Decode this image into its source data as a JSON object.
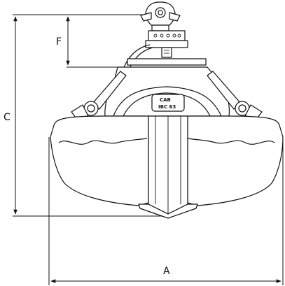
{
  "dimensions": {
    "a": "A",
    "c": "C",
    "f": "F"
  },
  "nameplate": {
    "brand": "CAB",
    "model": "IBC 63"
  },
  "colors": {
    "line": "#111111",
    "background": "#ffffff"
  }
}
